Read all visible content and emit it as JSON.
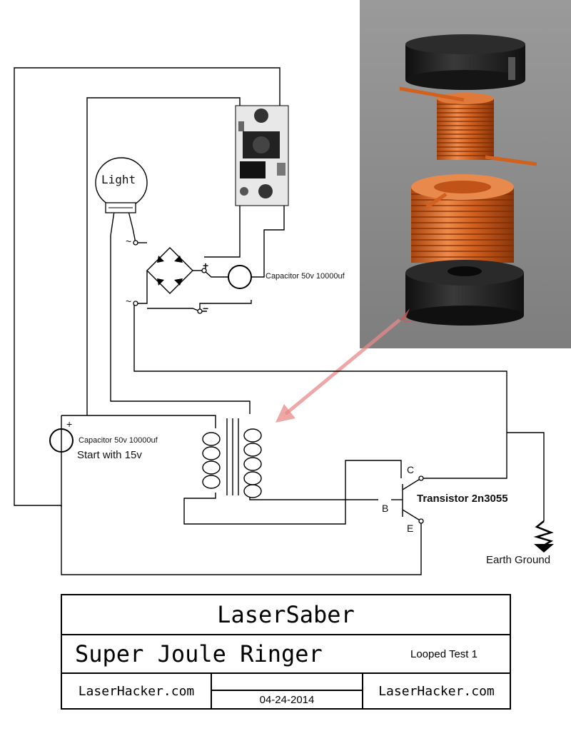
{
  "components": {
    "light_label": "Light",
    "capacitor_top": "Capacitor 50v 10000uf",
    "capacitor_bottom": "Capacitor 50v 10000uf",
    "start_note": "Start with 15v",
    "transistor": "Transistor 2n3055",
    "earth_ground": "Earth Ground",
    "pin_c": "C",
    "pin_b": "B",
    "pin_e": "E",
    "bridge_plus": "+",
    "bridge_minus": "−",
    "ac_tilde_1": "~",
    "ac_tilde_2": "~",
    "cap_plus": "+"
  },
  "title_block": {
    "brand": "LaserSaber",
    "project": "Super Joule Ringer",
    "subtitle": "Looped Test 1",
    "site_left": "LaserHacker.com",
    "date": "04-24-2014",
    "site_right": "LaserHacker.com"
  },
  "colors": {
    "render_bg": "#8e8e8e",
    "copper": "#d2601f",
    "core": "#1b1b1b",
    "arrow": "#e88a8a",
    "wire": "#000000"
  }
}
